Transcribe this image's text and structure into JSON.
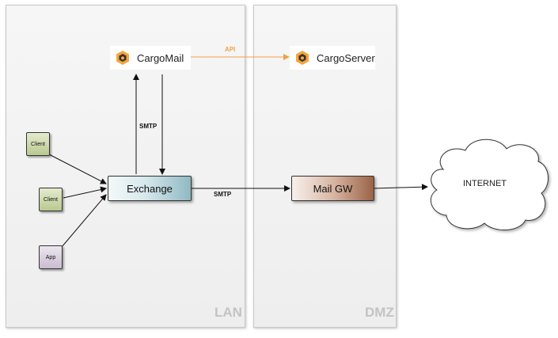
{
  "zones": {
    "lan_label": "LAN",
    "dmz_label": "DMZ"
  },
  "nodes": {
    "cargomail": {
      "label": "CargoMail",
      "icon": "cargo-logo-icon"
    },
    "cargoserver": {
      "label": "CargoServer",
      "icon": "cargo-logo-icon"
    },
    "client1": {
      "label": "Client"
    },
    "client2": {
      "label": "Client"
    },
    "app": {
      "label": "App"
    },
    "exchange": {
      "label": "Exchange"
    },
    "mail_gw": {
      "label": "Mail GW"
    },
    "internet": {
      "label": "INTERNET"
    }
  },
  "connections": {
    "api_label": "API",
    "smtp_vertical_label": "SMTP",
    "smtp_horizontal_label": "SMTP"
  },
  "colors": {
    "api_arrow": "#f0a14a",
    "logo_orange": "#f3a53c",
    "logo_dark": "#333333",
    "zone_label": "#c3c3c3"
  }
}
